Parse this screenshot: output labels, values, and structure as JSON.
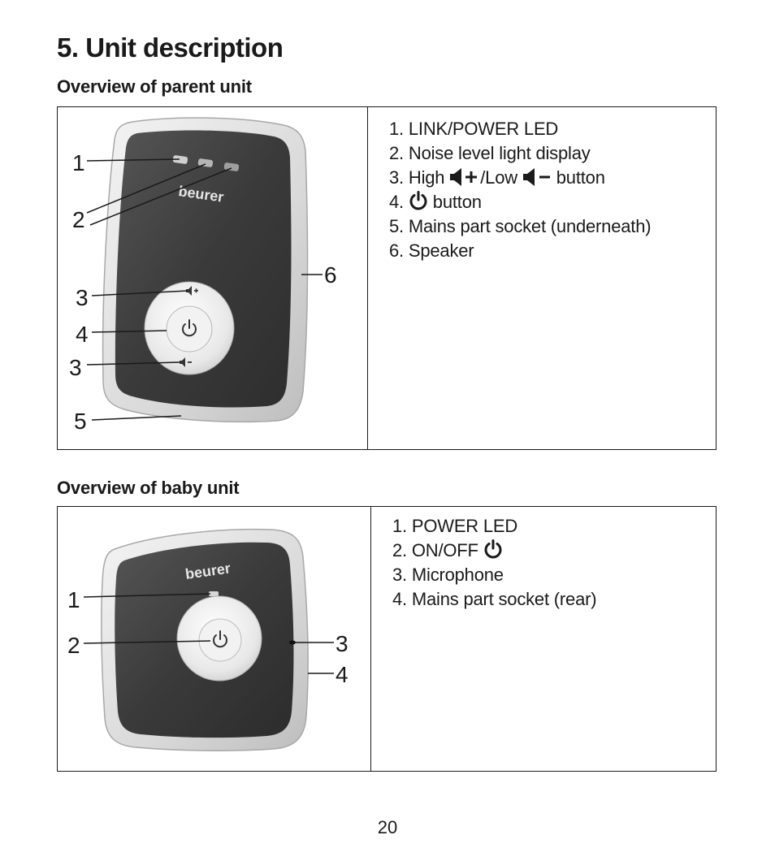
{
  "page": {
    "title": "5. Unit description",
    "page_number": "20"
  },
  "parent_unit": {
    "heading": "Overview of parent unit",
    "brand": "beurer",
    "callouts": [
      "1",
      "2",
      "3",
      "4",
      "3",
      "5",
      "6"
    ],
    "items": [
      {
        "number": "1.",
        "text": "LINK/POWER LED"
      },
      {
        "number": "2.",
        "text": "Noise level light display"
      },
      {
        "number": "3.",
        "prefix": "High",
        "middle": "/Low",
        "suffix": "button",
        "icons": [
          "volume-up-icon",
          "volume-down-icon"
        ]
      },
      {
        "number": "4.",
        "suffix": "button",
        "icons": [
          "power-icon"
        ]
      },
      {
        "number": "5.",
        "text": "Mains part socket (underneath)"
      },
      {
        "number": "6.",
        "text": "Speaker"
      }
    ]
  },
  "baby_unit": {
    "heading": "Overview of baby unit",
    "brand": "beurer",
    "callouts": [
      "1",
      "2",
      "3",
      "4"
    ],
    "items": [
      {
        "number": "1.",
        "text": "POWER LED"
      },
      {
        "number": "2.",
        "text": "ON/OFF",
        "icons": [
          "power-icon"
        ]
      },
      {
        "number": "3.",
        "text": "Microphone"
      },
      {
        "number": "4.",
        "text": "Mains part socket (rear)"
      }
    ]
  }
}
